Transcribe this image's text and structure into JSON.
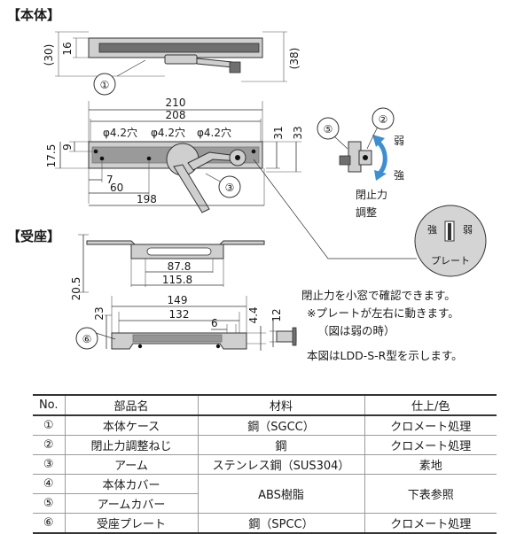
{
  "sections": {
    "body_title": "【本体】",
    "receiver_title": "【受座】"
  },
  "body_side": {
    "dims": [
      "(30)",
      "16",
      "(38)"
    ],
    "callout": "①"
  },
  "body_top": {
    "dims": [
      "210",
      "208",
      "φ4.2穴",
      "φ4.2穴",
      "φ4.2穴",
      "9",
      "17.5",
      "7",
      "60",
      "198",
      "31",
      "33"
    ],
    "callout": "③"
  },
  "adjuster": {
    "callouts": [
      "⑤",
      "②"
    ],
    "labels": [
      "弱",
      "強",
      "閉止力",
      "調整"
    ],
    "window": {
      "strong": "強",
      "weak": "弱",
      "plate": "プレート"
    }
  },
  "receiver": {
    "dims": [
      "87.8",
      "115.8",
      "20.5",
      "149",
      "132",
      "6",
      "23",
      "4.4",
      "12"
    ],
    "callout": "⑥"
  },
  "notes": [
    "閉止力を小窓で確認できます。",
    "※プレートが左右に動きます。",
    "（図は弱の時）",
    "本図はLDD-S-R型を示します。"
  ],
  "table": {
    "headers": [
      "No.",
      "部品名",
      "材料",
      "仕上/色"
    ],
    "rows": [
      [
        "①",
        "本体ケース",
        "鋼（SGCC）",
        "クロメート処理"
      ],
      [
        "②",
        "閉止力調整ねじ",
        "鋼",
        "クロメート処理"
      ],
      [
        "③",
        "アーム",
        "ステンレス鋼（SUS304）",
        "素地"
      ],
      [
        "④",
        "本体カバー",
        "ABS樹脂",
        "下表参照"
      ],
      [
        "⑤",
        "アームカバー",
        "",
        ""
      ],
      [
        "⑥",
        "受座プレート",
        "鋼（SPCC）",
        "クロメート処理"
      ]
    ]
  }
}
